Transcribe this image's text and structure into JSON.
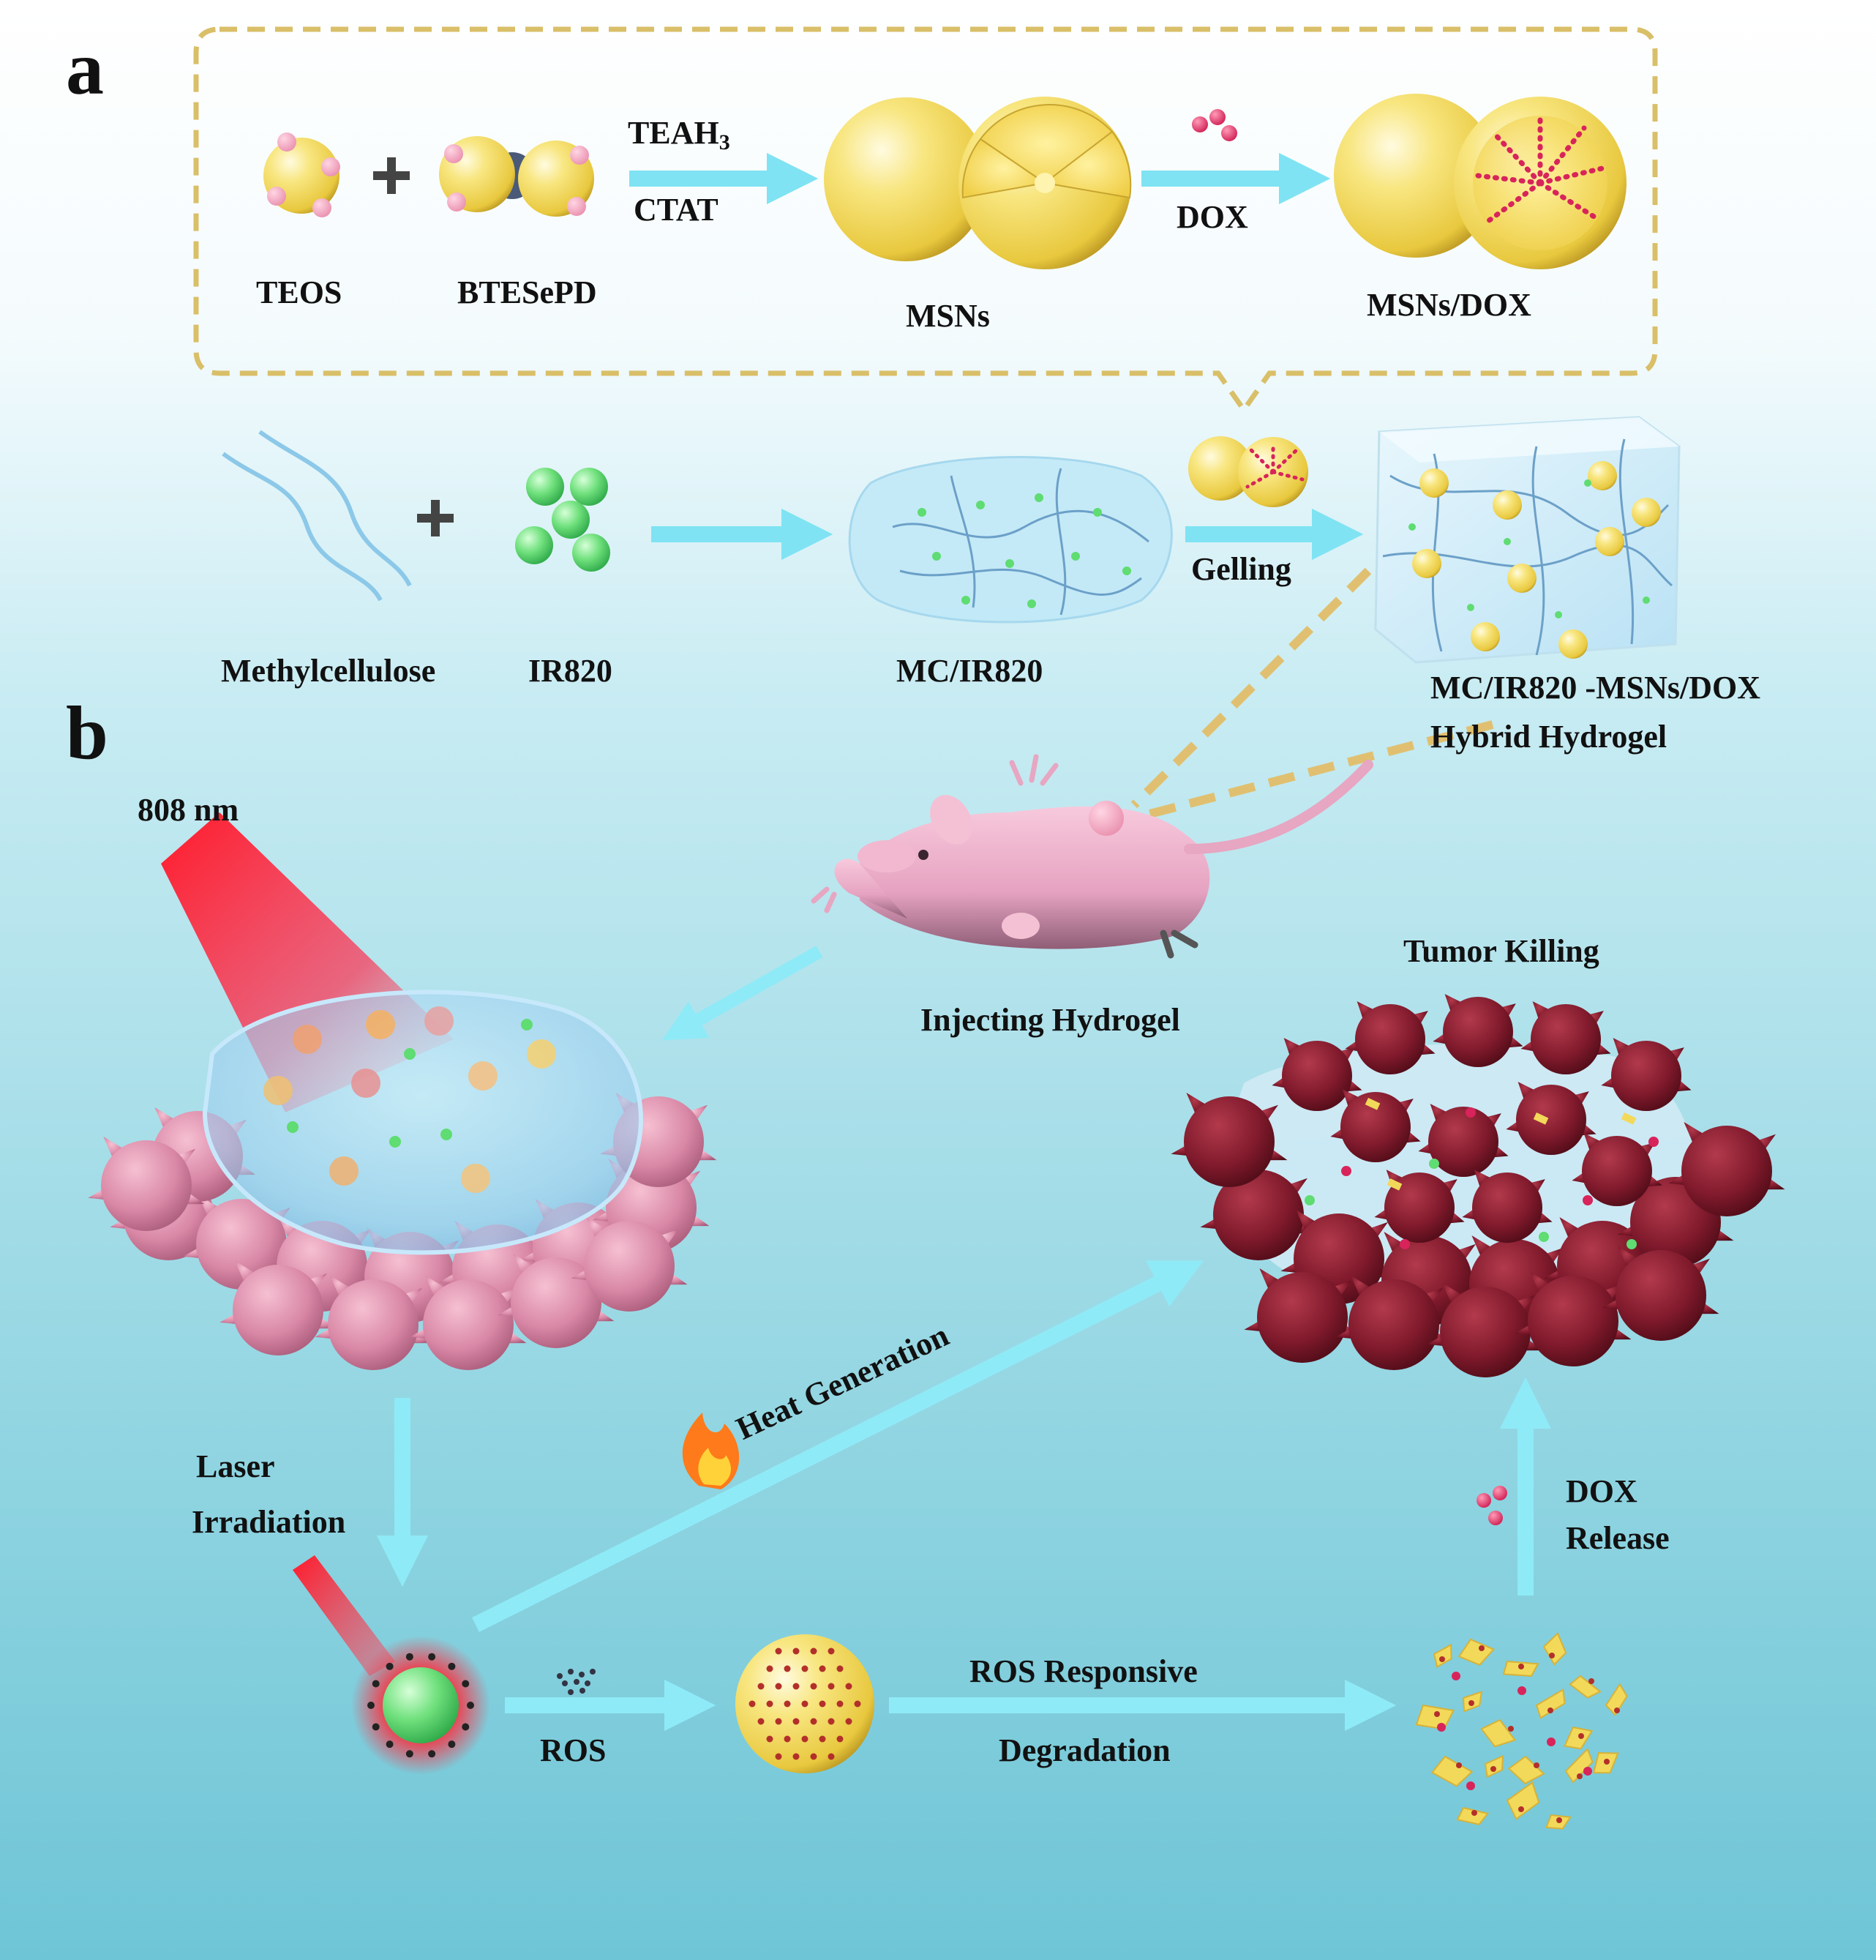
{
  "panel_labels": {
    "a": "a",
    "b": "b"
  },
  "synthesis": {
    "teos": "TEOS",
    "btesepd": "BTESePD",
    "teah3_base": "TEAH",
    "teah3_sub": "3",
    "ctat": "CTAT",
    "msns": "MSNs",
    "dox": "DOX",
    "msns_dox": "MSNs/DOX"
  },
  "hydrogel": {
    "methylcellulose": "Methylcellulose",
    "ir820": "IR820",
    "mc_ir820": "MC/IR820",
    "gelling": "Gelling",
    "hybrid_line1": "MC/IR820 -MSNs/DOX",
    "hybrid_line2": "Hybrid Hydrogel"
  },
  "therapy": {
    "laser_nm": "808 nm",
    "injecting": "Injecting Hydrogel",
    "tumor_killing": "Tumor Killing",
    "laser_line1": "Laser",
    "laser_line2": "Irradiation",
    "heat_generation": "Heat Generation",
    "ros": "ROS",
    "ros_responsive": "ROS Responsive",
    "degradation": "Degradation",
    "dox_line1": "DOX",
    "dox_line2": "Release"
  },
  "colors": {
    "background_top": "#ffffff",
    "background_bottom": "#6ec5d6",
    "silica_yellow": "#f2d95a",
    "dox_red": "#d8245a",
    "ir820_green": "#5fdc72",
    "arrow_cyan": "#7fe3f3",
    "dashed_box": "#d9bf68",
    "tumor_pink": "#d98aa8",
    "tumor_dead": "#7a1626",
    "laser_red": "#ff2a3a"
  }
}
